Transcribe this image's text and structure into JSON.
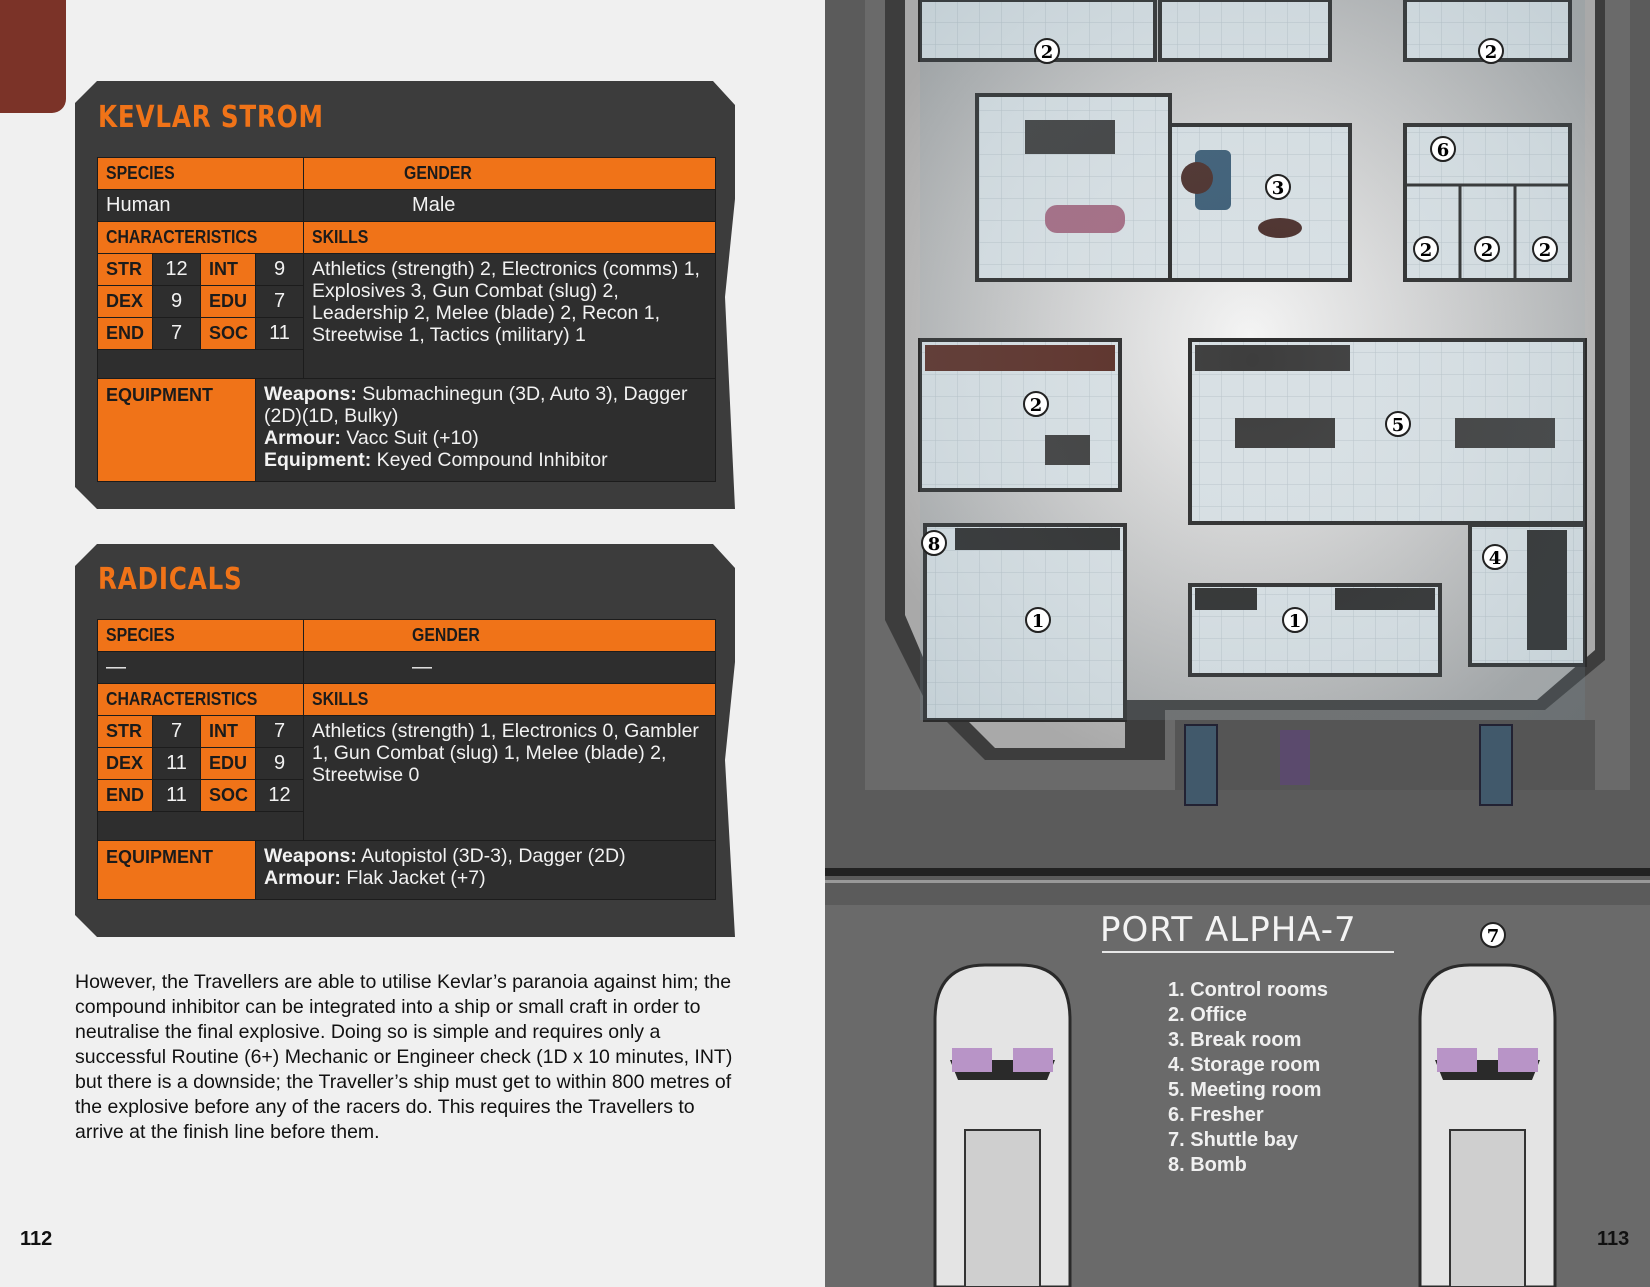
{
  "left_page": {
    "page_number": "112",
    "blocks": [
      {
        "name": "KEVLAR STROM",
        "species_label": "SPECIES",
        "gender_label": "GENDER",
        "species": "Human",
        "gender": "Male",
        "char_label": "CHARACTERISTICS",
        "skills_label": "SKILLS",
        "stats": [
          {
            "a": "STR",
            "av": "12",
            "b": "INT",
            "bv": "9"
          },
          {
            "a": "DEX",
            "av": "9",
            "b": "EDU",
            "bv": "7"
          },
          {
            "a": "END",
            "av": "7",
            "b": "SOC",
            "bv": "11"
          }
        ],
        "skills": "Athletics (strength) 2, Electronics (comms) 1, Explosives 3, Gun Combat (slug) 2, Leadership 2, Melee (blade) 2, Recon 1, Streetwise 1, Tactics (military) 1",
        "equip_label": "EQUIPMENT",
        "equipment": [
          {
            "k": "Weapons:",
            "v": " Submachinegun (3D, Auto 3), Dagger (2D)(1D, Bulky)"
          },
          {
            "k": "Armour:",
            "v": " Vacc Suit (+10)"
          },
          {
            "k": "Equipment:",
            "v": " Keyed Compound Inhibitor"
          }
        ]
      },
      {
        "name": "RADICALS",
        "species_label": "SPECIES",
        "gender_label": "GENDER",
        "species": "—",
        "gender": "—",
        "char_label": "CHARACTERISTICS",
        "skills_label": "SKILLS",
        "stats": [
          {
            "a": "STR",
            "av": "7",
            "b": "INT",
            "bv": "7"
          },
          {
            "a": "DEX",
            "av": "11",
            "b": "EDU",
            "bv": "9"
          },
          {
            "a": "END",
            "av": "11",
            "b": "SOC",
            "bv": "12"
          }
        ],
        "skills": "Athletics (strength) 1, Electronics 0, Gambler 1, Gun Combat (slug) 1, Melee (blade) 2, Streetwise 0",
        "equip_label": "EQUIPMENT",
        "equipment": [
          {
            "k": "Weapons:",
            "v": " Autopistol (3D-3), Dagger (2D)"
          },
          {
            "k": "Armour:",
            "v": " Flak Jacket (+7)"
          }
        ]
      }
    ],
    "body_text": "However, the Travellers are able to utilise Kevlar’s paranoia against him; the compound inhibitor can be integrated into a ship or small craft in order to neutralise the final explosive. Doing so is simple and requires only a successful Routine (6+) Mechanic or Engineer check (1D x 10 minutes, INT) but there is a downside; the Traveller’s ship must get to within 800 metres of the explosive before any of the racers do. This requires the Travellers to arrive at the finish line before them."
  },
  "right_page": {
    "page_number": "113",
    "map_title": "PORT ALPHA-7",
    "legend": [
      "1. Control rooms",
      "2. Office",
      "3. Break room",
      "4. Storage room",
      "5. Meeting room",
      "6. Fresher",
      "7. Shuttle bay",
      "8. Bomb"
    ],
    "room_markers": [
      "2",
      "2",
      "3",
      "6",
      "2",
      "2",
      "2",
      "2",
      "5",
      "8",
      "1",
      "1",
      "4",
      "7"
    ]
  },
  "colors": {
    "accent": "#f07318",
    "panel": "#3c3c3c",
    "tab": "#7b3328",
    "floor": "#cfd6da"
  }
}
